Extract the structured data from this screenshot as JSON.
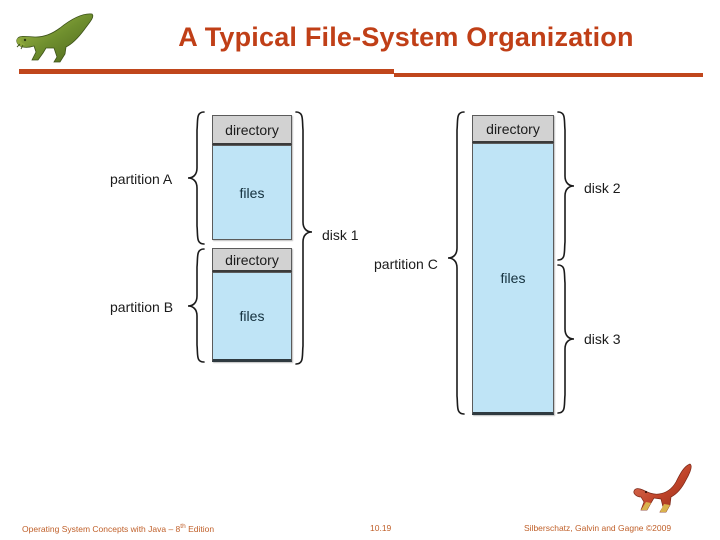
{
  "slide": {
    "title": "A Typical File-System Organization",
    "accent_color": "#c0461c",
    "title_color": "#c03f17",
    "footer_color": "#c0602a",
    "background": "#ffffff"
  },
  "logos": {
    "header_dino": "dinosaur-icon",
    "footer_dino": "dinosaur-icon"
  },
  "diagram": {
    "name": "file-system-organization-diagram",
    "box_fill_files": "#bfe4f6",
    "box_fill_directory": "#d2d2d2",
    "box_stroke": "#5b5b5b",
    "left_disk": {
      "cells": [
        {
          "label": "directory",
          "kind": "directory"
        },
        {
          "label": "files",
          "kind": "files"
        },
        {
          "label": "directory",
          "kind": "directory"
        },
        {
          "label": "files",
          "kind": "files"
        }
      ],
      "left_braces": [
        {
          "label": "partition A"
        },
        {
          "label": "partition B"
        }
      ],
      "right_braces": [
        {
          "label": "disk 1"
        }
      ]
    },
    "right_disk": {
      "cells": [
        {
          "label": "directory",
          "kind": "directory"
        },
        {
          "label": "files",
          "kind": "files"
        }
      ],
      "left_braces": [
        {
          "label": "partition C"
        }
      ],
      "right_braces": [
        {
          "label": "disk 2"
        },
        {
          "label": "disk 3"
        }
      ]
    }
  },
  "footer": {
    "left_prefix": "Operating System Concepts with Java – 8",
    "left_sup": "th",
    "left_suffix": " Edition",
    "slide_number": "10.19",
    "right": "Silberschatz, Galvin and Gagne ©2009"
  }
}
